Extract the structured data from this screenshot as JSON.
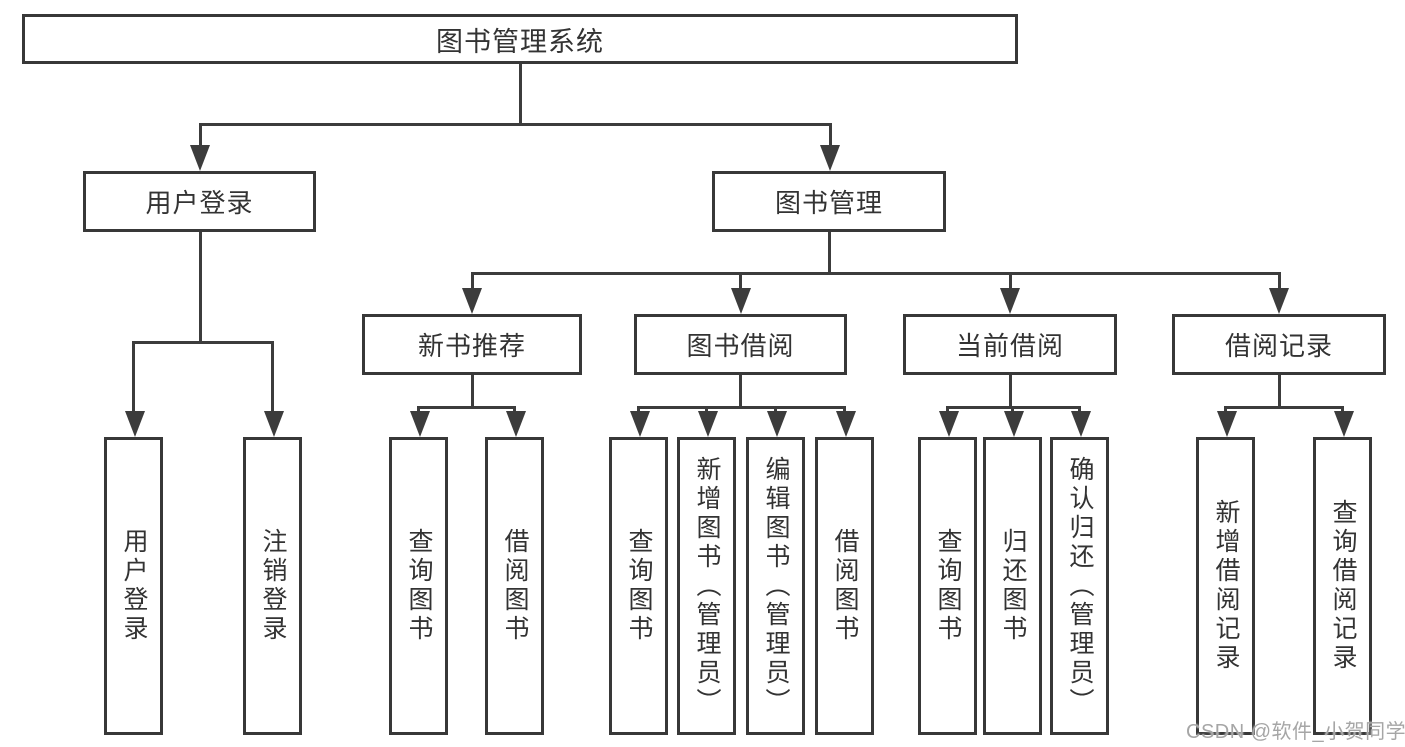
{
  "tree": {
    "root": {
      "label": "图书管理系统"
    },
    "branches": [
      {
        "label": "用户登录",
        "children": [
          {
            "label": "用户登录"
          },
          {
            "label": "注销登录"
          }
        ]
      },
      {
        "label": "图书管理",
        "children": [
          {
            "label": "新书推荐",
            "children": [
              {
                "label": "查询图书"
              },
              {
                "label": "借阅图书"
              }
            ]
          },
          {
            "label": "图书借阅",
            "children": [
              {
                "label": "查询图书"
              },
              {
                "label": "新增图书（管理员）"
              },
              {
                "label": "编辑图书（管理员）"
              },
              {
                "label": "借阅图书"
              }
            ]
          },
          {
            "label": "当前借阅",
            "children": [
              {
                "label": "查询图书"
              },
              {
                "label": "归还图书"
              },
              {
                "label": "确认归还（管理员）"
              }
            ]
          },
          {
            "label": "借阅记录",
            "children": [
              {
                "label": "新增借阅记录"
              },
              {
                "label": "查询借阅记录"
              }
            ]
          }
        ]
      }
    ]
  },
  "watermark": "CSDN @软件_小贺同学",
  "colors": {
    "line": "#3c3c3c",
    "border": "#383838",
    "fill": "#ffffff",
    "text": "#333333",
    "watermark": "#a6a6a6"
  }
}
